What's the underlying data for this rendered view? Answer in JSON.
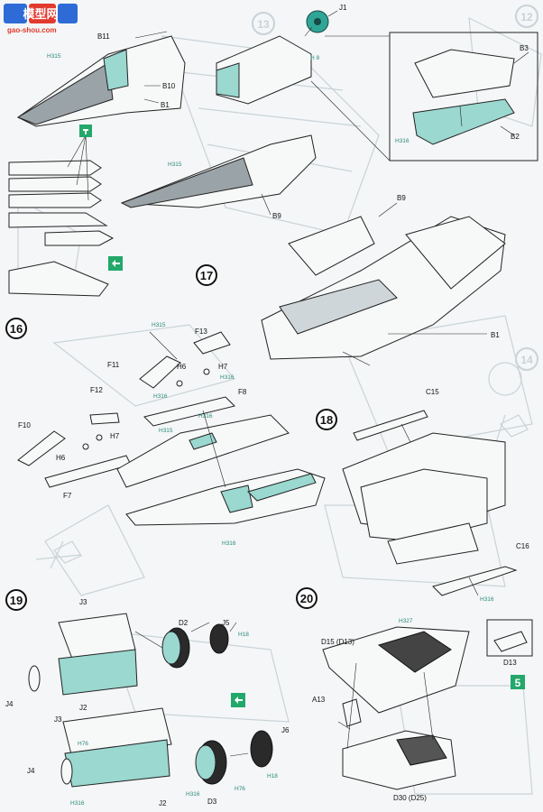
{
  "logo": {
    "brand": "模型网",
    "site": "gao-shou.com"
  },
  "corner_numbers": [
    "13",
    "12",
    "14"
  ],
  "steps": [
    {
      "number": "16"
    },
    {
      "number": "17"
    },
    {
      "number": "18"
    },
    {
      "number": "19"
    },
    {
      "number": "20"
    }
  ],
  "parts": {
    "J1": "J1",
    "B11": "B11",
    "B10": "B10",
    "B1a": "B1",
    "B3": "B3",
    "B2": "B2",
    "B9a": "B9",
    "B9b": "B9",
    "B1b": "B1",
    "F13": "F13",
    "F11": "F11",
    "H6a": "H6",
    "H7a": "H7",
    "F8": "F8",
    "F12": "F12",
    "F10": "F10",
    "H7b": "H7",
    "H6b": "H6",
    "F7": "F7",
    "C15": "C15",
    "C16": "C16",
    "J3a": "J3",
    "D2": "D2",
    "J5": "J5",
    "J4a": "J4",
    "J2a": "J2",
    "J3b": "J3",
    "J6": "J6",
    "J4b": "J4",
    "J2b": "J2",
    "D3": "D3",
    "D15": "D15 (D13)",
    "D13": "D13",
    "A13": "A13",
    "D30": "D30 (D25)"
  },
  "color_refs": {
    "h315": "H315",
    "h8": "H 8",
    "h316": "H316",
    "h18": "H18",
    "h76": "H76",
    "h327": "H327"
  },
  "badge_5": "5",
  "colors": {
    "cyan": "#9ad8d0",
    "green": "#22a86a",
    "stepRing": "#111111"
  }
}
